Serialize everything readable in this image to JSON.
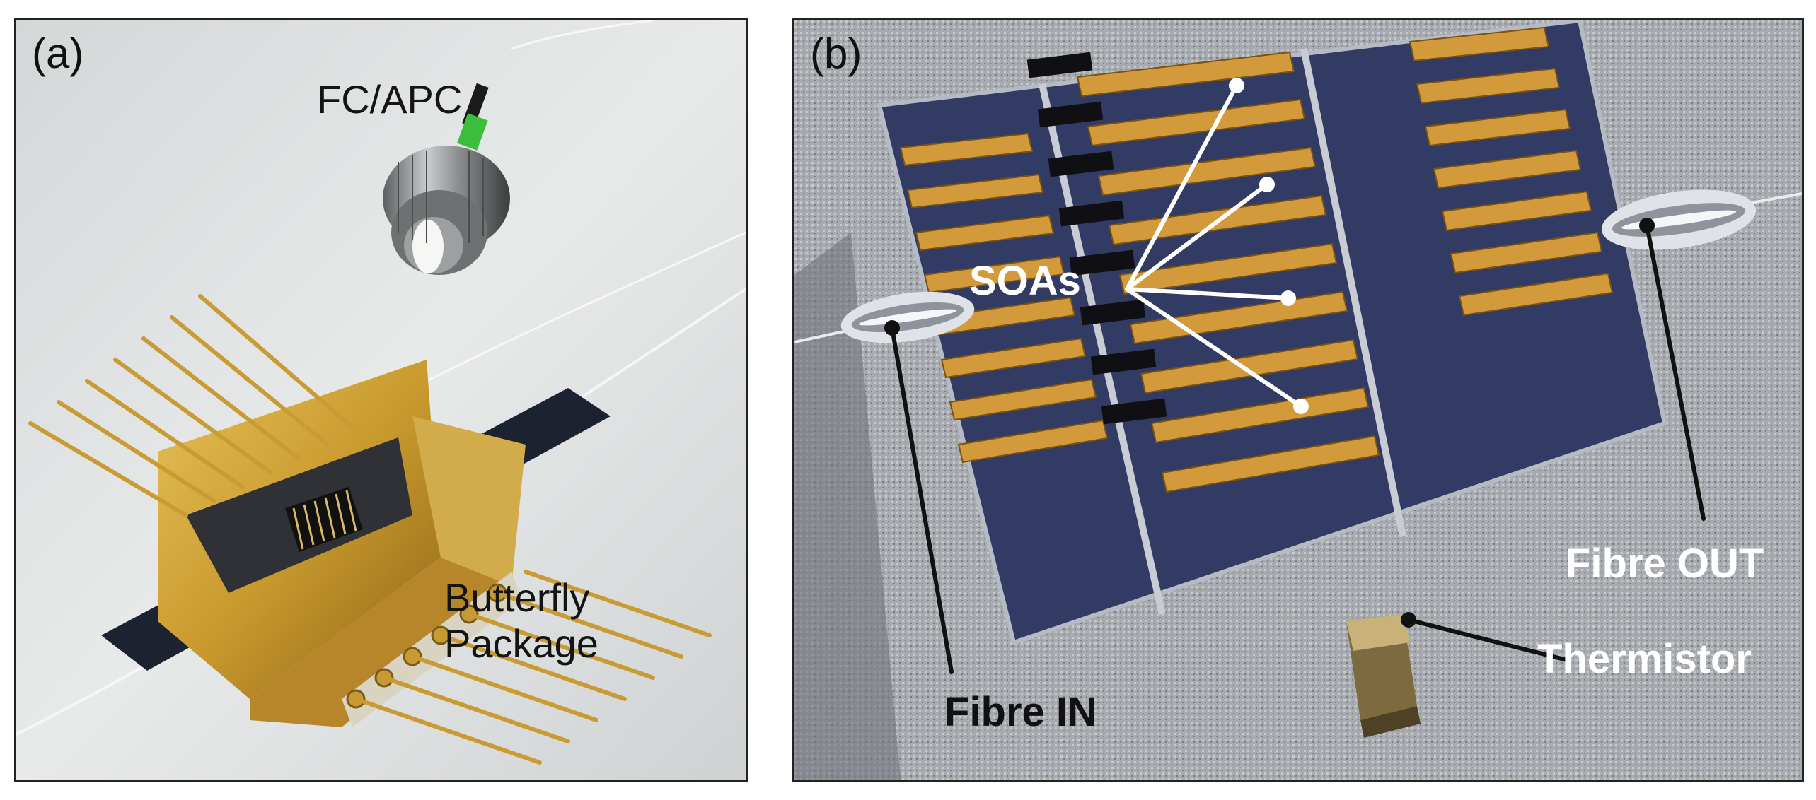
{
  "panel_a": {
    "tag": "(a)",
    "connector_label": "FC/APC",
    "package_label": "Butterfly\nPackage"
  },
  "panel_b": {
    "tag": "(b)",
    "soa_label": "SOAs",
    "fibre_in_label": "Fibre IN",
    "fibre_out_label": "Fibre OUT",
    "thermistor_label": "Thermistor"
  },
  "colors": {
    "gold": "#c9a23c",
    "dark_carrier": "#1d2230",
    "chip_blue": "#39456e",
    "label_white": "#ffffff",
    "label_black": "#111111"
  }
}
